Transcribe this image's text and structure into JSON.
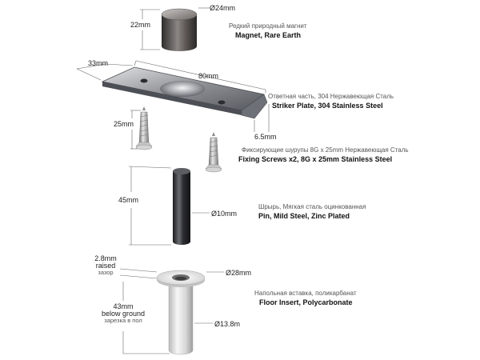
{
  "parts": {
    "magnet": {
      "label_ru": "Редкий природный магнит",
      "label_en": "Magnet, Rare Earth",
      "dim_diameter": "Ø24mm",
      "dim_height": "22mm"
    },
    "striker": {
      "label_ru": "Ответная часть, 304 Нержавеющая Сталь",
      "label_en": "Striker Plate, 304 Stainless Steel",
      "dim_width": "33mm",
      "dim_length": "80mm",
      "dim_thickness": "6.5mm"
    },
    "screws": {
      "label_ru": "Фиксирующие шурупы 8G x 25mm Нержавеющая Сталь",
      "label_en": "Fixing Screws x2, 8G x 25mm Stainless Steel",
      "dim_length": "25mm"
    },
    "pin": {
      "label_ru": "Шрырь, Мягкая сталь оцинкованная",
      "label_en": "Pin, Mild Steel, Zinc Plated",
      "dim_length": "45mm",
      "dim_diameter": "Ø10mm"
    },
    "insert": {
      "label_ru": "Напольная вставка, поликарбанат",
      "label_en": "Floor Insert, Polycarbonate",
      "dim_raised_value": "2.8mm",
      "dim_raised_word": "raised",
      "dim_raised_ru": "зазор",
      "dim_below_value": "43mm",
      "dim_below_word": "below ground",
      "dim_below_ru": "зарезка в пол",
      "dim_top_diameter": "Ø28mm",
      "dim_body_diameter": "Ø13.8m"
    }
  }
}
